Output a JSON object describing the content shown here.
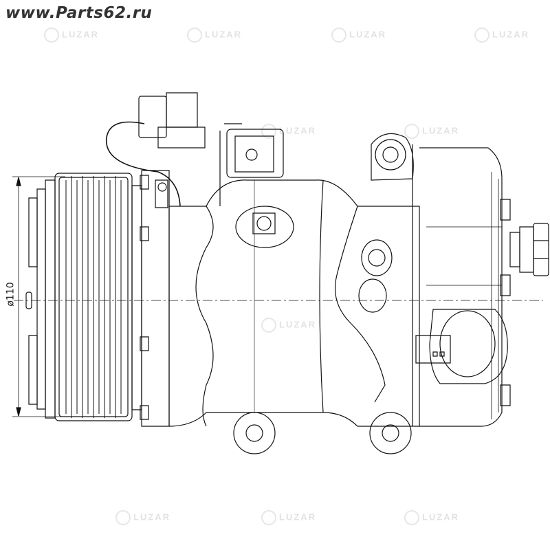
{
  "header": {
    "site_watermark": "www.Parts62.ru"
  },
  "watermark": {
    "brand": "LUZAR"
  },
  "drawing": {
    "dimension_label": "ø110",
    "subject": "compressor"
  }
}
